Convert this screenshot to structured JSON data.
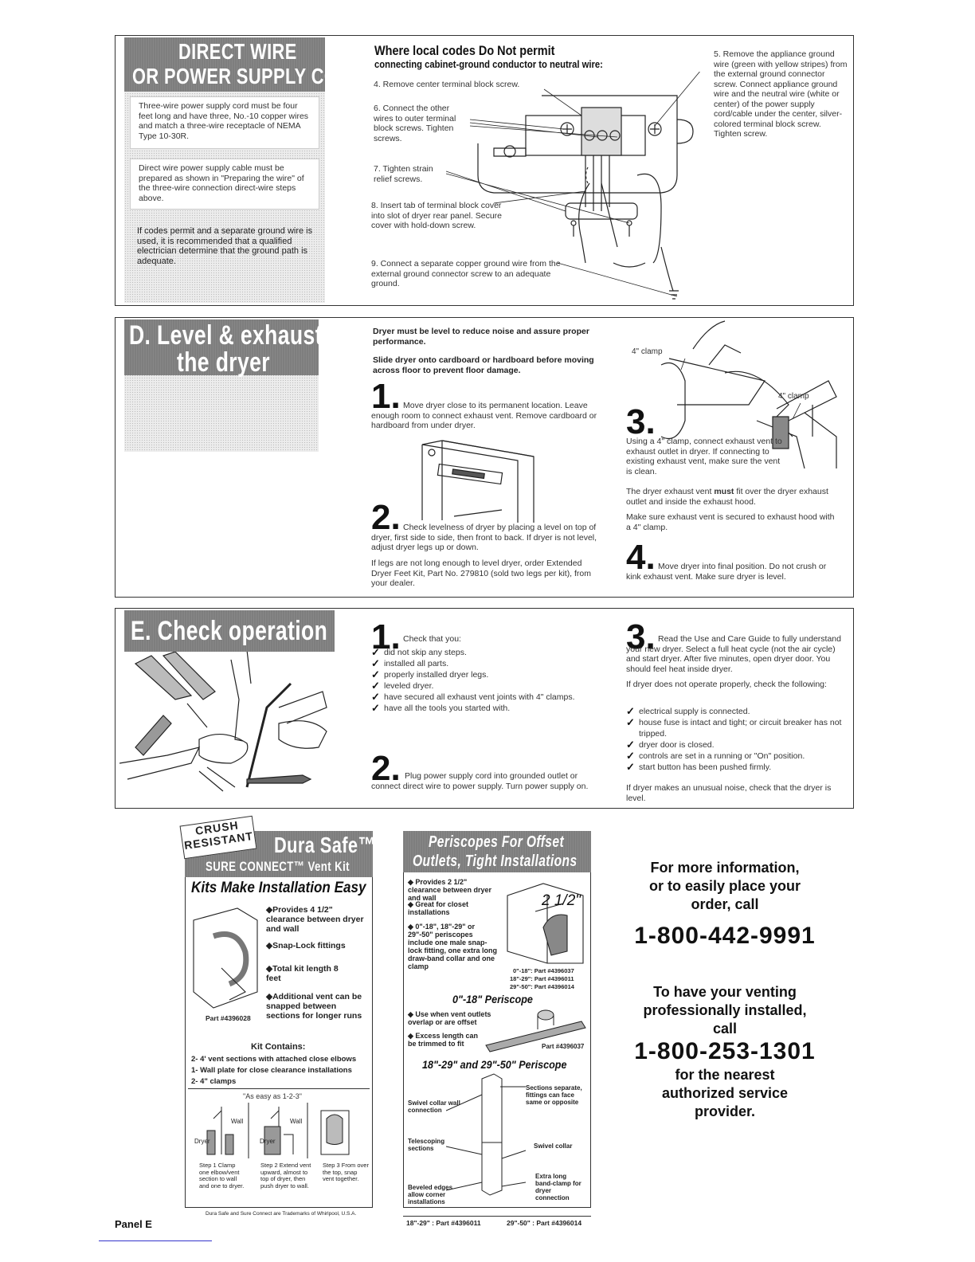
{
  "section_c": {
    "banner_line1": "DIRECT WIRE",
    "banner_line2": "OR POWER SUPPLY CORD",
    "box1": "Three-wire power supply cord must be four feet long and have three, No.-10 copper wires and match a three-wire receptacle of NEMA Type 10-30R.",
    "box2": "Direct wire power supply cable must be prepared as shown in \"Preparing the wire\" of the three-wire connection direct-wire steps above.",
    "note": "If codes permit and a separate ground wire is used, it is recommended that a qualified electrician determine that the ground path is adequate.",
    "heading": "Where local codes Do Not permit",
    "subheading": "connecting cabinet-ground conductor to neutral wire:",
    "step4": "4. Remove center terminal block screw.",
    "step6": "6. Connect the other wires to outer terminal block screws. Tighten screws.",
    "step7": "7. Tighten strain relief screws.",
    "step8": "8. Insert tab of terminal block cover into slot of dryer rear panel. Secure cover with hold-down screw.",
    "step9": "9. Connect a separate copper ground wire from the external ground connector screw to an adequate ground.",
    "step5": "5. Remove the appliance ground wire (green with yellow stripes) from the external ground connector screw. Connect appliance ground wire and the neutral wire (white or center) of the power supply cord/cable under the center, silver-colored terminal block screw. Tighten screw."
  },
  "section_d": {
    "banner_line1": "D. Level & exhaust",
    "banner_line2": "the dryer",
    "intro1": "Dryer must be level to reduce noise and assure proper performance.",
    "intro2": "Slide dryer onto cardboard or hardboard before moving across floor to prevent floor damage.",
    "step1_num": "1.",
    "step1": "Move dryer close to its permanent location. Leave enough room to connect exhaust vent. Remove cardboard or hardboard from under dryer.",
    "step2_num": "2.",
    "step2": "Check levelness of dryer by placing a level on top of dryer, first side to side, then front to back. If dryer is not level, adjust dryer legs up or down.",
    "step2b": "If legs are not long enough to level dryer, order Extended Dryer Feet Kit, Part No. 279810 (sold two legs per kit), from your dealer.",
    "clamp_label1": "4\" clamp",
    "clamp_label2": "4\" clamp",
    "step3_num": "3.",
    "step3a": "Using a 4\" clamp, connect exhaust vent to exhaust outlet in dryer. If connecting to existing exhaust vent, make sure the vent is clean.",
    "step3b_pre": "The dryer exhaust vent ",
    "step3b_bold": "must",
    "step3b_post": " fit over the dryer exhaust outlet and inside the exhaust hood.",
    "step3c": "Make sure exhaust vent is secured to exhaust hood with a 4\" clamp.",
    "step4_num": "4.",
    "step4": "Move dryer into final position. Do not crush or kink exhaust vent. Make sure dryer is level."
  },
  "section_e": {
    "banner": "E. Check operation",
    "step1_num": "1.",
    "step1": "Check that you:",
    "checks1": [
      "did not skip any steps.",
      "installed all parts.",
      "properly installed dryer legs.",
      "leveled dryer.",
      "have secured all exhaust vent joints with 4\" clamps.",
      "have all the tools you started with."
    ],
    "step2_num": "2.",
    "step2": "Plug power supply cord into grounded outlet or connect direct wire to power supply. Turn power supply on.",
    "step3_num": "3.",
    "step3": "Read the Use and Care Guide to fully understand your new dryer. Select a full heat cycle (not the air cycle) and start dryer. After five minutes, open dryer door. You should feel heat inside dryer.",
    "step3b": "If dryer does not operate properly, check the following:",
    "checks3": [
      "electrical supply is connected.",
      "house fuse is intact and tight; or circuit breaker has not tripped.",
      "dryer door is closed.",
      "controls are set in a running or \"On\" position.",
      "start button has been pushed firmly."
    ],
    "step3c": "If dryer makes an unusual noise, check that the dryer is level."
  },
  "ad_durasafe": {
    "badge_line1": "CRUSH",
    "badge_line2": "RESISTANT",
    "title": "Dura Safe™",
    "subtitle": "SURE CONNECT™ Vent Kit",
    "tagline": "Kits Make Installation Easy",
    "bullets": [
      "◆Provides 4 1/2\" clearance between dryer and wall",
      "◆Snap-Lock fittings",
      "◆Total kit length 8 feet",
      "◆Additional vent can be snapped between sections for longer runs"
    ],
    "part": "Part #4396028",
    "kit_contains": "Kit Contains:",
    "kit_items": [
      "2- 4' vent sections with attached close elbows",
      "1- Wall plate for close clearance installations",
      "2- 4\" clamps"
    ],
    "easy": "\"As easy as 1-2-3\"",
    "wall": "Wall",
    "dryer": "Dryer",
    "steps": [
      "Step 1 Clamp one elbow/vent section to wall and one to dryer.",
      "Step 2 Extend vent upward, almost to top of dryer, then push dryer to wall.",
      "Step 3 From over the top, snap vent together."
    ],
    "trademark": "Dura Safe and Sure Connect are Trademarks of Whirlpool, U.S.A."
  },
  "ad_periscope": {
    "title_line1": "Periscopes For Offset",
    "title_line2": "Outlets, Tight Installations",
    "bullets": [
      "◆ Provides 2 1/2\" clearance between dryer and wall",
      "◆ Great for closet installations",
      "◆ 0\"-18\", 18\"-29\" or 29\"-50\" periscopes include one male snap-lock fitting, one extra long draw-band collar and one clamp"
    ],
    "dim_label": "2 1/2\"",
    "parts": [
      "0\"-18\": Part #4396037",
      "18\"-29\": Part #4396011",
      "29\"-50\": Part #4396014"
    ],
    "periscope1_title": "0\"-18\" Periscope",
    "periscope1_bullets": [
      "◆ Use when vent outlets overlap or are offset",
      "◆ Excess length can be trimmed to fit"
    ],
    "periscope1_part": "Part #4396037",
    "periscope2_title": "18\"-29\" and 29\"-50\" Periscope",
    "labels": [
      "Swivel collar wall connection",
      "Sections separate, fittings can face same or opposite",
      "Telescoping sections",
      "Swivel collar",
      "Beveled edges allow corner installations",
      "Extra long band-clamp for dryer connection"
    ],
    "footer_left": "18\"-29\" : Part #4396011",
    "footer_right": "29\"-50\" : Part #4396014"
  },
  "info": {
    "line1": "For more information,",
    "line2": "or to easily place your",
    "line3": "order, call",
    "phone1": "1-800-442-9991",
    "line4": "To have your venting",
    "line5": "professionally installed,",
    "line6": "call",
    "phone2": "1-800-253-1301",
    "line7": "for the nearest",
    "line8": "authorized service",
    "line9": "provider."
  },
  "footer": {
    "panel": "Panel E"
  }
}
